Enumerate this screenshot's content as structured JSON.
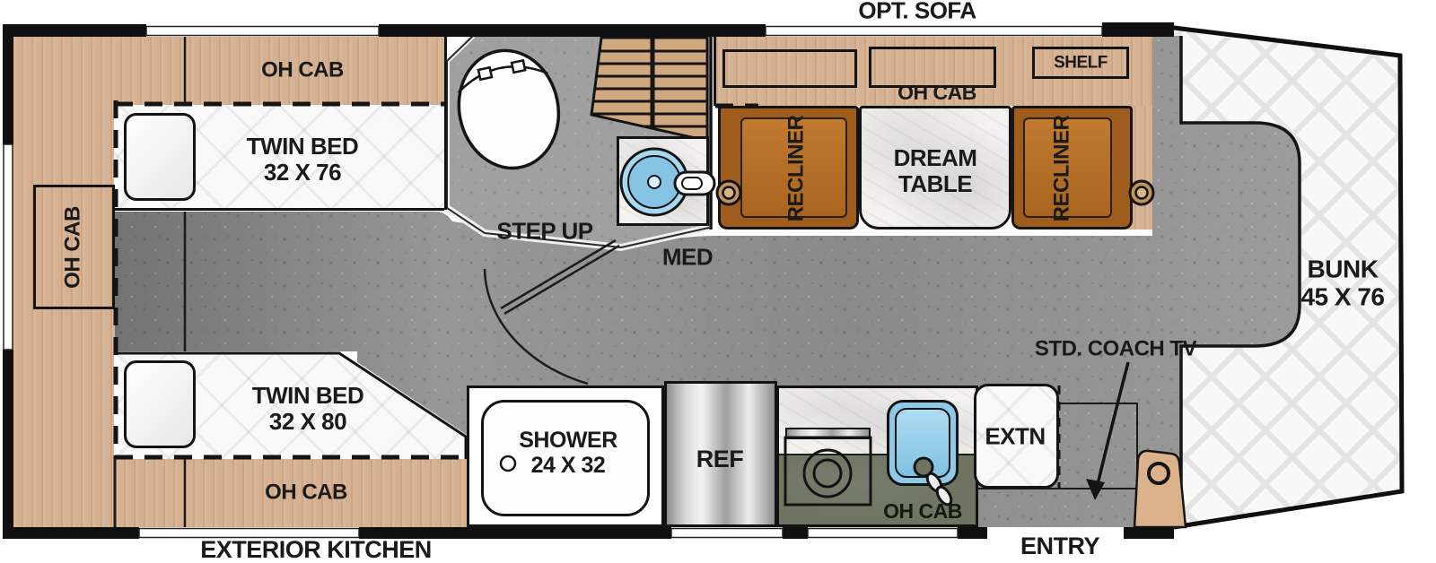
{
  "plan_type": "RV floorplan",
  "top_label": "OPT. SOFA",
  "labels": {
    "oh_cab": "OH CAB",
    "shelf": "SHELF",
    "recliner": "RECLINER",
    "step_up": "STEP UP",
    "med": "MED",
    "extn": "EXTN",
    "ref": "REF",
    "std_coach_tv": "STD. COACH TV",
    "entry": "ENTRY",
    "exterior_kitchen": "EXTERIOR KITCHEN"
  },
  "beds": {
    "twin_top": {
      "name": "TWIN BED",
      "size": "32 X 76"
    },
    "twin_bottom": {
      "name": "TWIN BED",
      "size": "32 X 80"
    },
    "bunk": {
      "name": "BUNK",
      "size": "45 X 76"
    }
  },
  "table": {
    "line1": "DREAM",
    "line2": "TABLE"
  },
  "shower": {
    "name": "SHOWER",
    "size": "24 X 32"
  },
  "fixtures": [
    "toilet-icon",
    "wardrobe-icon",
    "bathroom-sink-icon",
    "kitchen-sink-icon",
    "stove-burner-icon",
    "cup-holder-icon",
    "door-swing-icon",
    "entry-step-icon",
    "tv-arrow-icon"
  ],
  "colors": {
    "wall": "#0f0f0f",
    "wood": "#d5b091",
    "floor_gray": "#8e8e8e",
    "platform_gray": "#a0a0a0",
    "counter_green": "#6d7562",
    "sink_blue": "#8ccae8",
    "recliner_dark": "#a05c1c",
    "recliner_light": "#c07a30",
    "entry_step_tan": "#dcb28a",
    "quilt_white": "#f8f8f8"
  }
}
